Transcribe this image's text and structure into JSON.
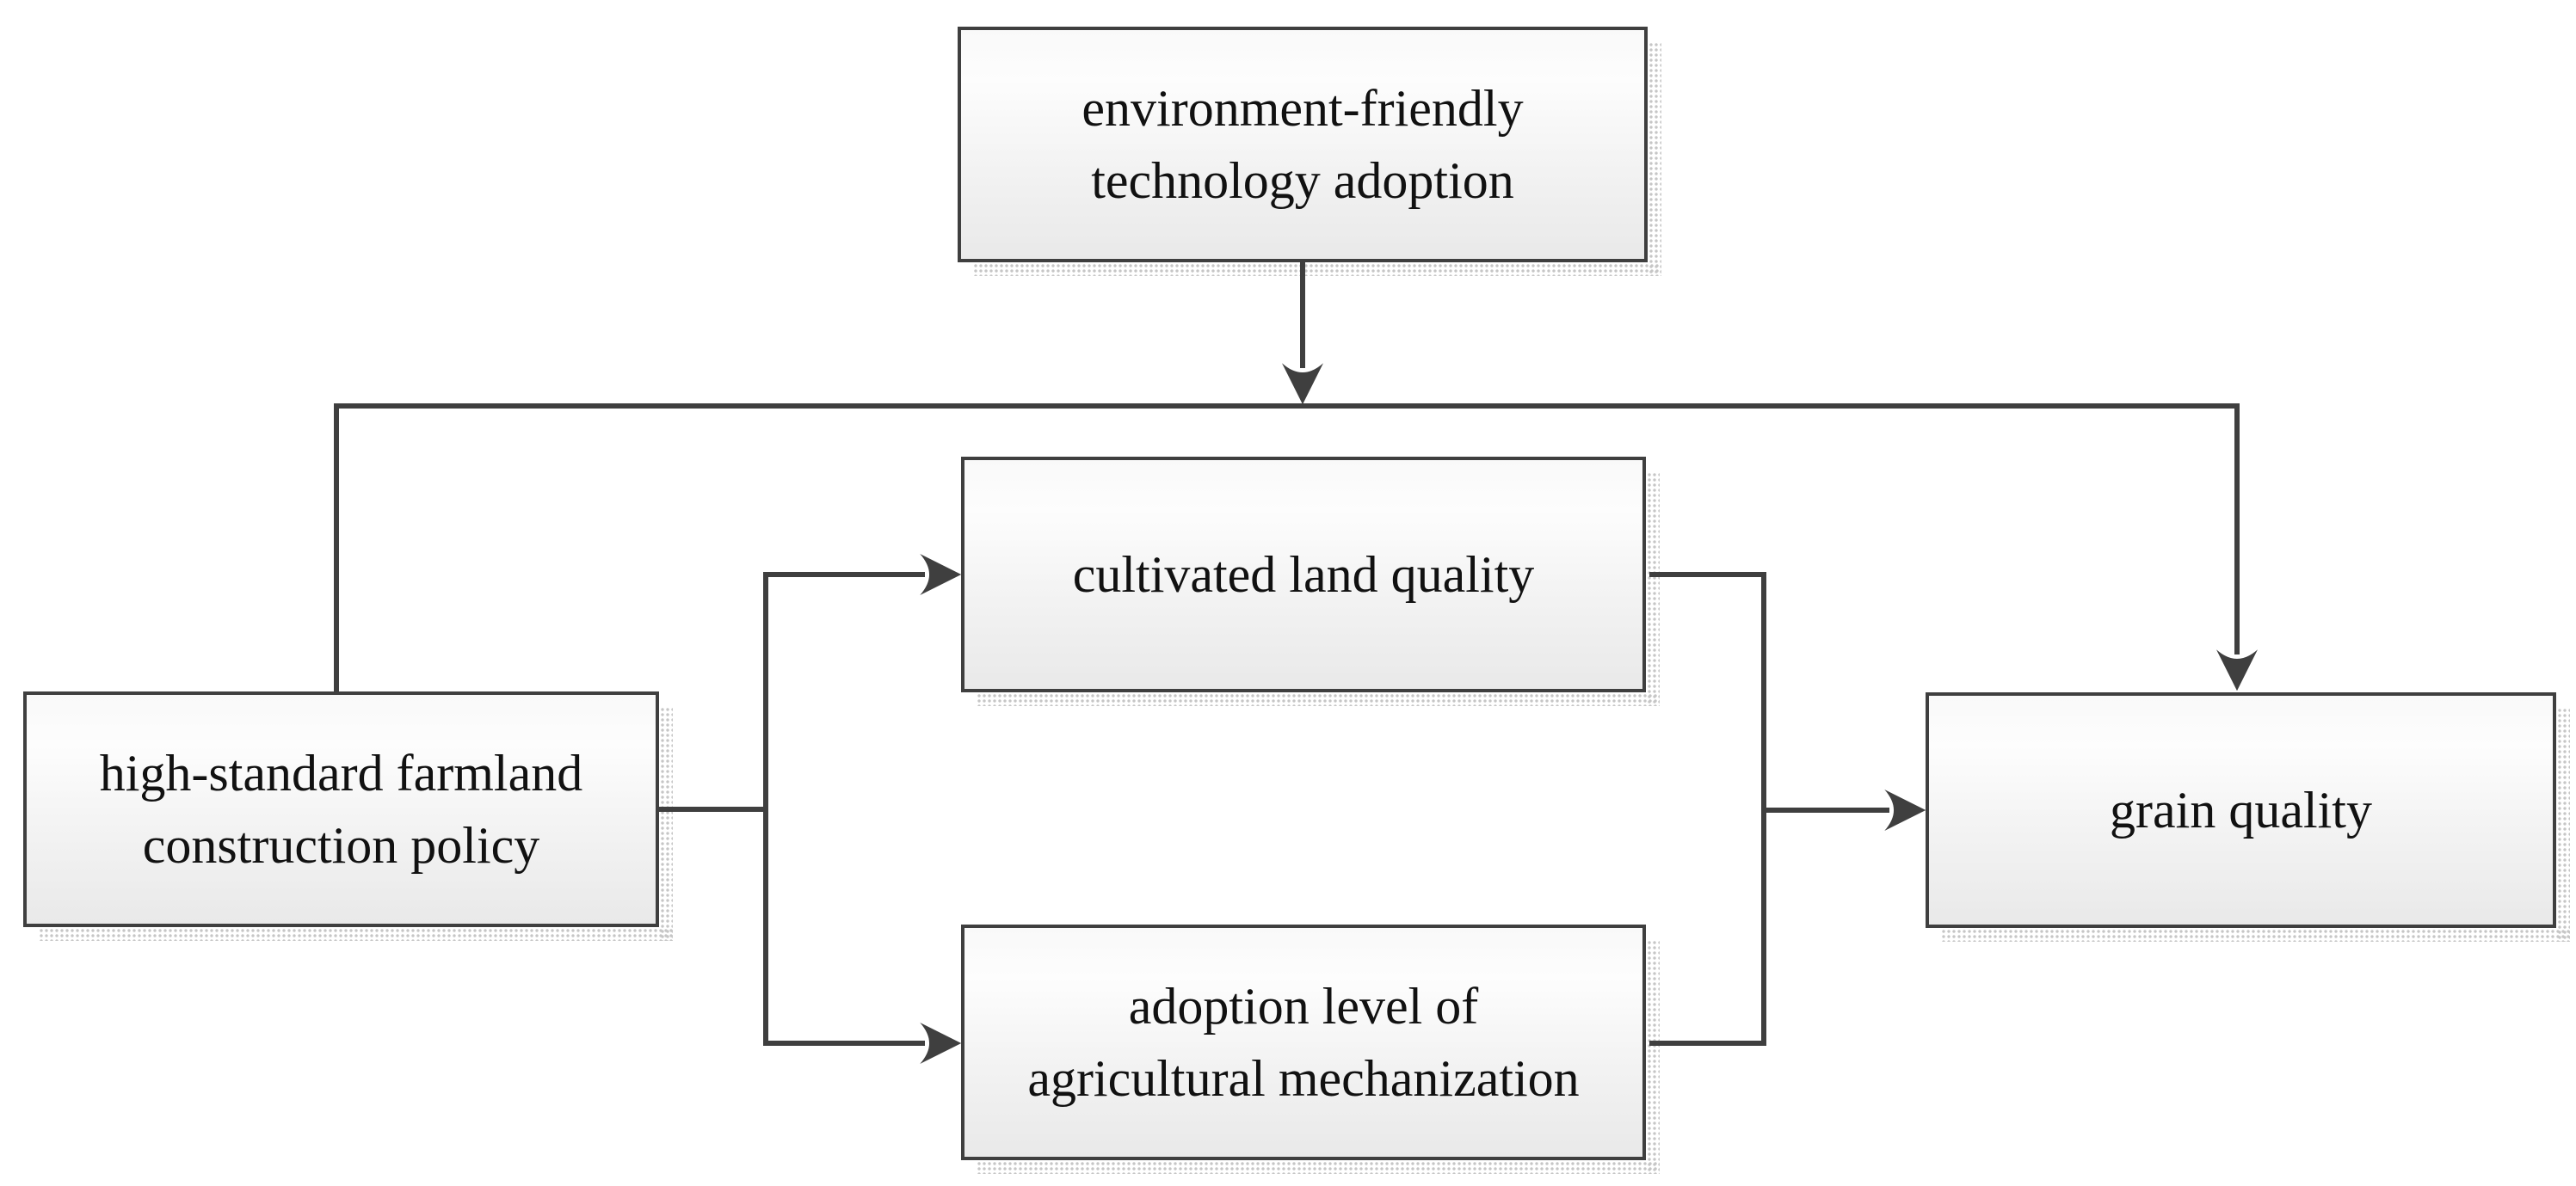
{
  "figure": {
    "background_color": "#ffffff",
    "line_color": "#3f3f3f",
    "text_color": "#111111",
    "node_border_color": "#3f3f3f",
    "node_fill_gradient": [
      "#fdfdfd",
      "#e9e9e9"
    ],
    "shadow_dot_color": "#c6c6c6",
    "nodes": [
      {
        "id": "eft",
        "label": "environment-friendly\ntechnology adoption"
      },
      {
        "id": "policy",
        "label": "high-standard farmland\nconstruction policy"
      },
      {
        "id": "land",
        "label": "cultivated land quality"
      },
      {
        "id": "mech",
        "label": "adoption level of\nagricultural mechanization"
      },
      {
        "id": "grain",
        "label": "grain quality"
      }
    ],
    "edges": [
      {
        "from": "environment-friendly technology adoption",
        "to": "junction of top route",
        "arrowhead": "down"
      },
      {
        "from": "high-standard farmland construction policy",
        "to": "grain quality",
        "route": "top",
        "arrowhead": "down into grain quality"
      },
      {
        "from": "high-standard farmland construction policy",
        "to": "cultivated land quality",
        "arrowhead": "right"
      },
      {
        "from": "high-standard farmland construction policy",
        "to": "adoption level of agricultural mechanization",
        "arrowhead": "right"
      },
      {
        "from": "cultivated land quality",
        "to": "grain quality",
        "route": "merged",
        "arrowhead": "right"
      },
      {
        "from": "adoption level of agricultural mechanization",
        "to": "grain quality",
        "route": "merged",
        "arrowhead": "right"
      }
    ]
  }
}
